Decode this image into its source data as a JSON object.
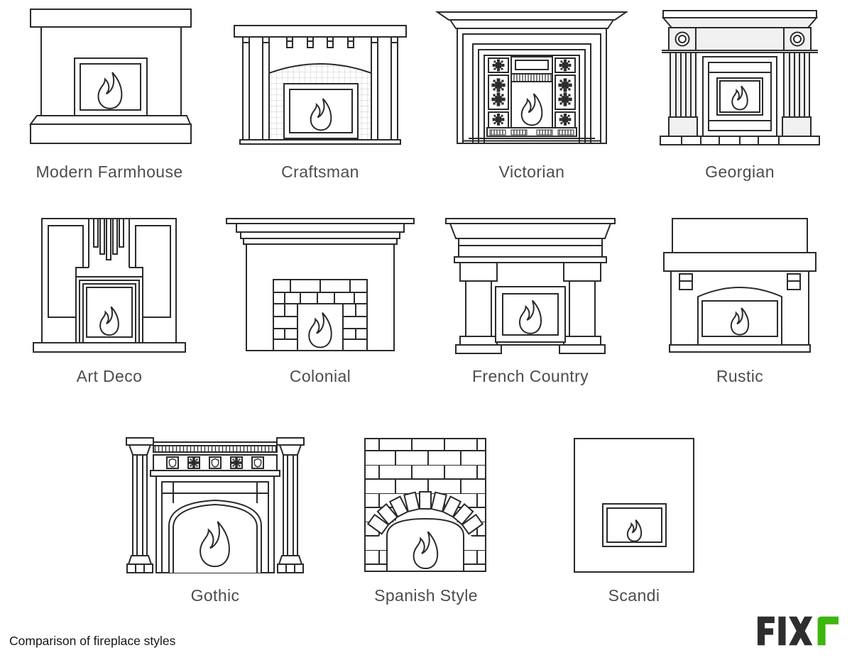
{
  "styles": [
    {
      "label": "Modern Farmhouse"
    },
    {
      "label": "Craftsman"
    },
    {
      "label": "Victorian"
    },
    {
      "label": "Georgian"
    },
    {
      "label": "Art Deco"
    },
    {
      "label": "Colonial"
    },
    {
      "label": "French Country"
    },
    {
      "label": "Rustic"
    },
    {
      "label": "Gothic"
    },
    {
      "label": "Spanish Style"
    },
    {
      "label": "Scandi"
    }
  ],
  "caption": {
    "text": "Comparison of fireplace styles"
  },
  "logo": {
    "text": "FIXr",
    "dark": "#2e2e2e",
    "green": "#3eb60d"
  },
  "colors": {
    "stroke": "#2b2b2b",
    "label_text": "#4d4d4d",
    "light_fill": "#f1f1f1",
    "grid_line": "#c9c9c9"
  }
}
